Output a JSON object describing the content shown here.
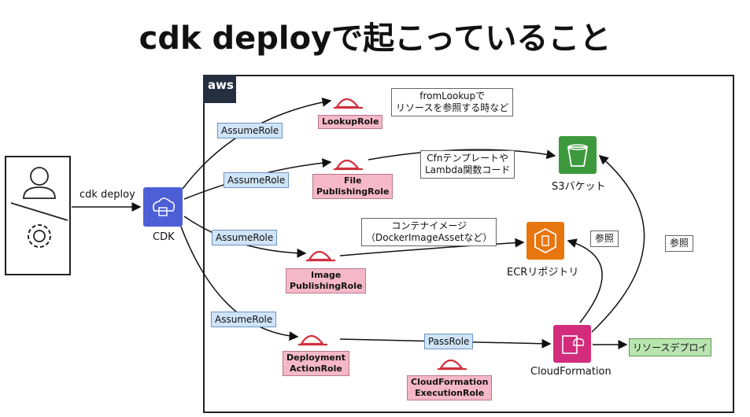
{
  "title": "cdk deployで起こっていること",
  "aws_logo": "aws",
  "user_action": "cdk deploy",
  "cdk_label": "CDK",
  "assume_role": "AssumeRole",
  "pass_role": "PassRole",
  "roles": {
    "lookup": "LookupRole",
    "file_1": "File",
    "file_2": "PublishingRole",
    "image_1": "Image",
    "image_2": "PublishingRole",
    "deploy_1": "Deployment",
    "deploy_2": "ActionRole",
    "exec_1": "CloudFormation",
    "exec_2": "ExecutionRole"
  },
  "notes": {
    "lookup_1": "fromLookupで",
    "lookup_2": "リソースを参照する時など",
    "file_1": "Cfnテンプレートや",
    "file_2": "Lambda関数コード",
    "image_1": "コンテナイメージ",
    "image_2": "（DockerImageAssetなど）"
  },
  "services": {
    "s3": "S3バケット",
    "ecr": "ECRリポジトリ",
    "cfn": "CloudFormation"
  },
  "reference": "参照",
  "resource_deploy": "リソースデプロイ",
  "colors": {
    "assume_bg": "#cfe4f7",
    "role_bg": "#f5b8c8",
    "helmet": "#d0303c",
    "cdk": "#4d5fd6",
    "s3": "#3c9a3c",
    "ecr": "#e8760f",
    "cfn": "#d42c7c",
    "deploy_bg": "#b9e5b0"
  },
  "icons": [
    "user-icon",
    "gear-icon",
    "cdk-icon",
    "helmet-icon",
    "s3-bucket-icon",
    "ecr-icon",
    "cloudformation-icon"
  ]
}
